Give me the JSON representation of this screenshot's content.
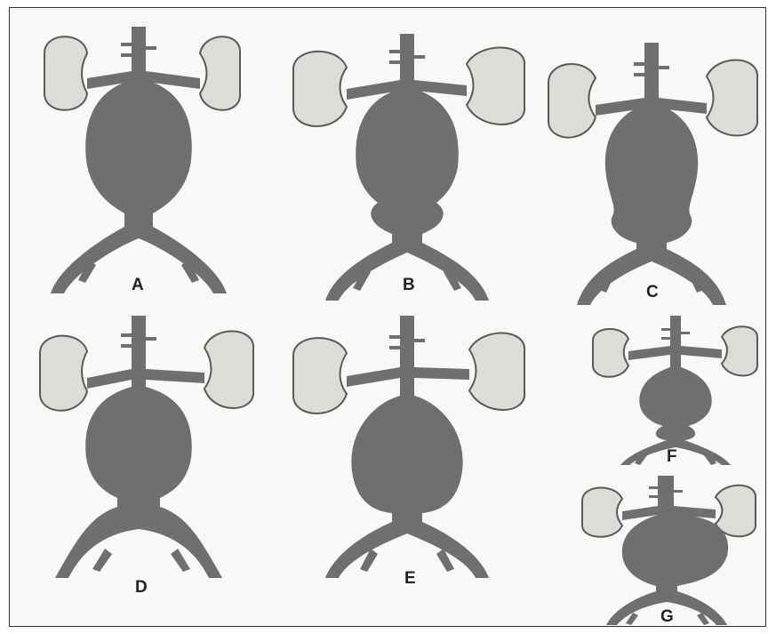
{
  "figure": {
    "panels": [
      {
        "label": "A"
      },
      {
        "label": "B"
      },
      {
        "label": "C"
      },
      {
        "label": "D"
      },
      {
        "label": "E"
      },
      {
        "label": "F"
      },
      {
        "label": "G"
      }
    ]
  },
  "colors": {
    "vessel": "#6f6f6f",
    "kidney_fill": "#dcdcd8",
    "kidney_outline": "#5a5a5a",
    "background": "#f8f8f6"
  }
}
